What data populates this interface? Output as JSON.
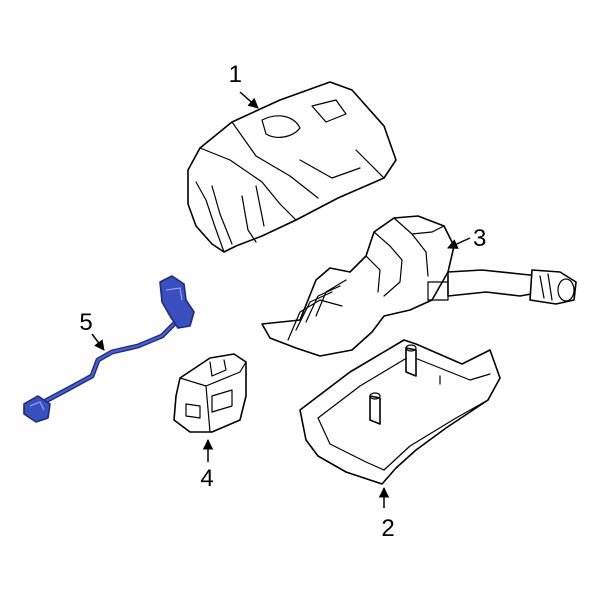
{
  "callouts": [
    {
      "label": "1",
      "part": "upper-column-cover"
    },
    {
      "label": "2",
      "part": "lower-column-cover"
    },
    {
      "label": "3",
      "part": "combination-switch"
    },
    {
      "label": "4",
      "part": "switch-module"
    },
    {
      "label": "5",
      "part": "wiring-harness"
    }
  ],
  "colors": {
    "highlight": "#2d3f9b",
    "highlight_fill": "#3a4fc0",
    "line": "#000000",
    "background": "#ffffff"
  }
}
